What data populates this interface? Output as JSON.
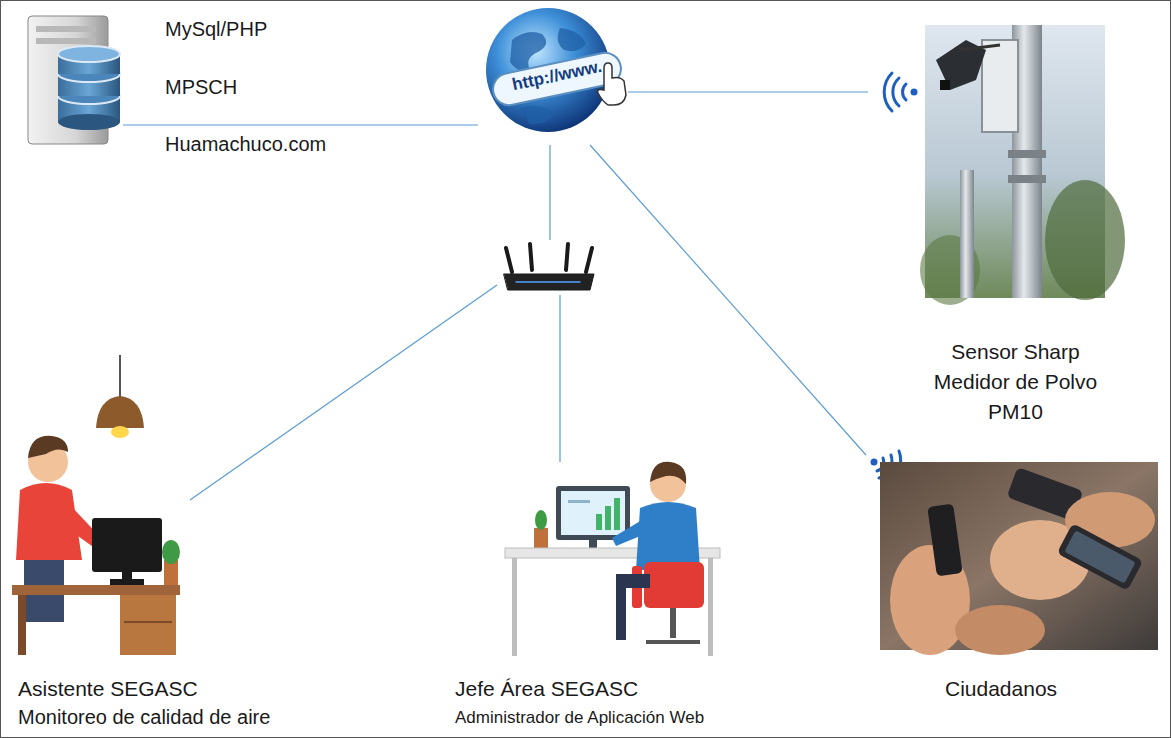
{
  "diagram": {
    "nodes": [
      {
        "text": [
          "MySql/PHP",
          "MPSCH",
          "Huamachuco.com"
        ]
      },
      {
        "text": [
          "http://www."
        ]
      },
      {
        "text": [
          "Sensor Sharp Medidor de Polvo PM10"
        ]
      },
      {
        "text": []
      },
      {
        "text": [
          "Asistente SEGASC",
          "Monitoreo de calidad de aire"
        ]
      },
      {
        "text": [
          "Jefe Área SEGASC",
          "Administrador de Aplicación Web"
        ]
      },
      {
        "text": [
          "Ciudadanos"
        ]
      }
    ],
    "edges": [
      {
        "from": 0,
        "to": 1,
        "arrow": "none"
      },
      {
        "from": 1,
        "to": 2,
        "arrow": "none"
      },
      {
        "from": 1,
        "to": 3,
        "arrow": "none"
      },
      {
        "from": 3,
        "to": 4,
        "arrow": "none"
      },
      {
        "from": 3,
        "to": 5,
        "arrow": "none"
      },
      {
        "from": 1,
        "to": 6,
        "arrow": "none"
      }
    ]
  }
}
